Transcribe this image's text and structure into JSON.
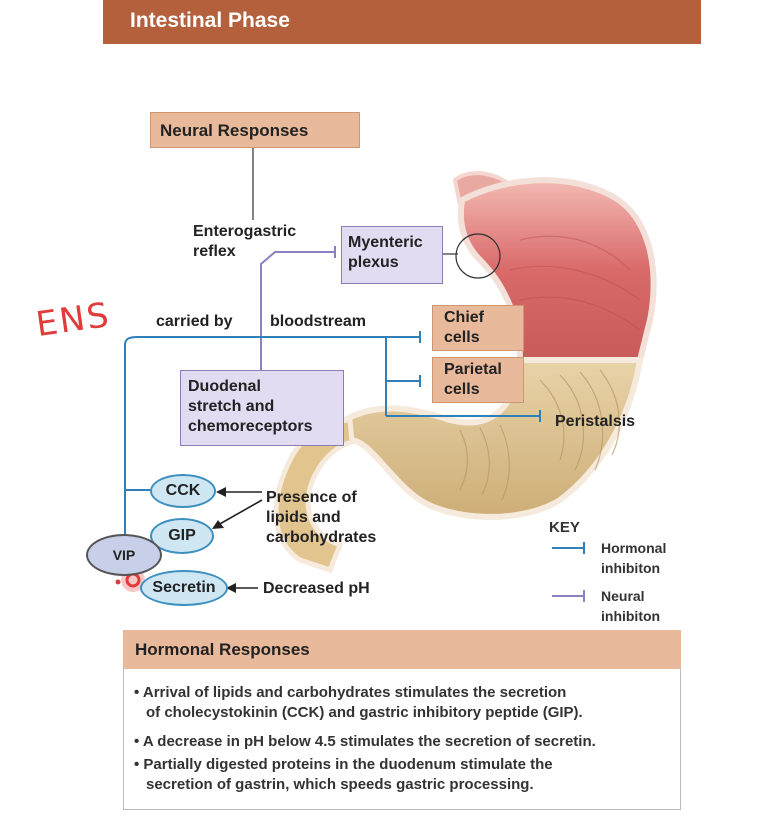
{
  "header": {
    "title": "Intestinal Phase"
  },
  "neural_responses": {
    "title": "Neural Responses",
    "enterogastric": [
      "Enterogastric",
      "reflex"
    ],
    "myenteric": [
      "Myenteric",
      "plexus"
    ],
    "carried_by": "carried by",
    "bloodstream": "bloodstream",
    "duodenal": [
      "Duodenal",
      "stretch and",
      "chemoreceptors"
    ]
  },
  "targets": {
    "chief": [
      "Chief",
      "cells"
    ],
    "parietal": [
      "Parietal",
      "cells"
    ],
    "peristalsis": "Peristalsis"
  },
  "hormones": {
    "cck": "CCK",
    "gip": "GIP",
    "secretin": "Secretin",
    "vip": "VIP"
  },
  "stimuli": {
    "lipids": [
      "Presence of",
      "lipids and",
      "carbohydrates"
    ],
    "decreased_ph": "Decreased pH"
  },
  "key": {
    "title": "KEY",
    "hormonal": [
      "Hormonal",
      "inhibiton"
    ],
    "neural": [
      "Neural",
      "inhibiton"
    ]
  },
  "annotation": {
    "handwritten": "ENS"
  },
  "hormonal_responses": {
    "title": "Hormonal Responses",
    "bullets": [
      [
        "• Arrival of lipids and carbohydrates stimulates the secretion",
        "of cholecystokinin (CCK) and gastric inhibitory peptide (GIP)."
      ],
      [
        "• A decrease in pH below 4.5 stimulates the secretion of secretin.",
        ""
      ],
      [
        "• Partially digested proteins in the duodenum stimulate the",
        "secretion of gastrin, which speeds gastric processing."
      ]
    ]
  },
  "colors": {
    "header": "#b5603c",
    "tan_box": "#e8b99a",
    "lavender_box": "#e2dcf2",
    "hormonal_line": "#2f7fb8",
    "neural_line": "#8d7fc0",
    "annotation": "#e23b3b"
  }
}
